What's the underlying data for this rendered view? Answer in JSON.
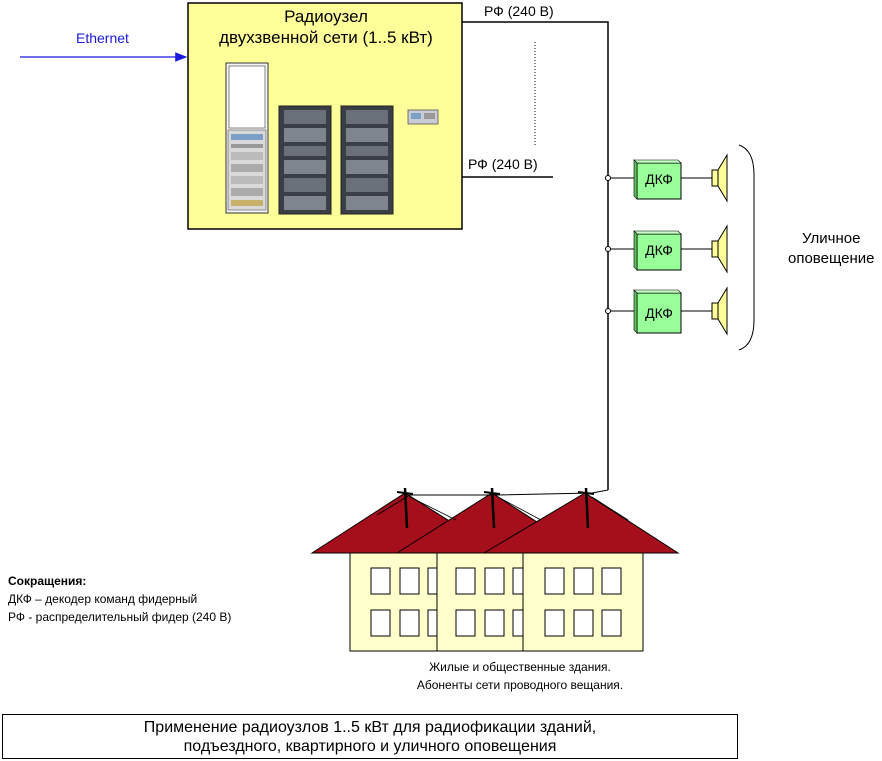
{
  "node": {
    "title_line1": "Радиоузел",
    "title_line2": "двухзвенной сети (1..5 кВт)",
    "fill_color": "#ffff99"
  },
  "ethernet_label": "Ethernet",
  "feeders": {
    "rf_top": "РФ (240 В)",
    "rf_bottom": "РФ (240 В)"
  },
  "dkf_units": [
    {
      "label": "ДКФ"
    },
    {
      "label": "ДКФ"
    },
    {
      "label": "ДКФ"
    }
  ],
  "dkf_color": "#99ff99",
  "street_label": {
    "line1": "Уличное",
    "line2": "оповещение"
  },
  "abbreviations": {
    "title": "Сокращения:",
    "items": [
      "ДКФ – декодер команд фидерный",
      "РФ - распределительный фидер (240 В)"
    ]
  },
  "buildings_caption": {
    "line1": "Жилые и общественные здания.",
    "line2": "Абоненты сети проводного вещания."
  },
  "diagram_caption": {
    "line1": "Применение радиоузлов 1..5 кВт для радиофикации зданий,",
    "line2": "подъездного, квартирного и уличного оповещения"
  },
  "colors": {
    "roof": "#a50f1c",
    "wall": "#ffffcc",
    "ethernet": "#1a1adb"
  }
}
